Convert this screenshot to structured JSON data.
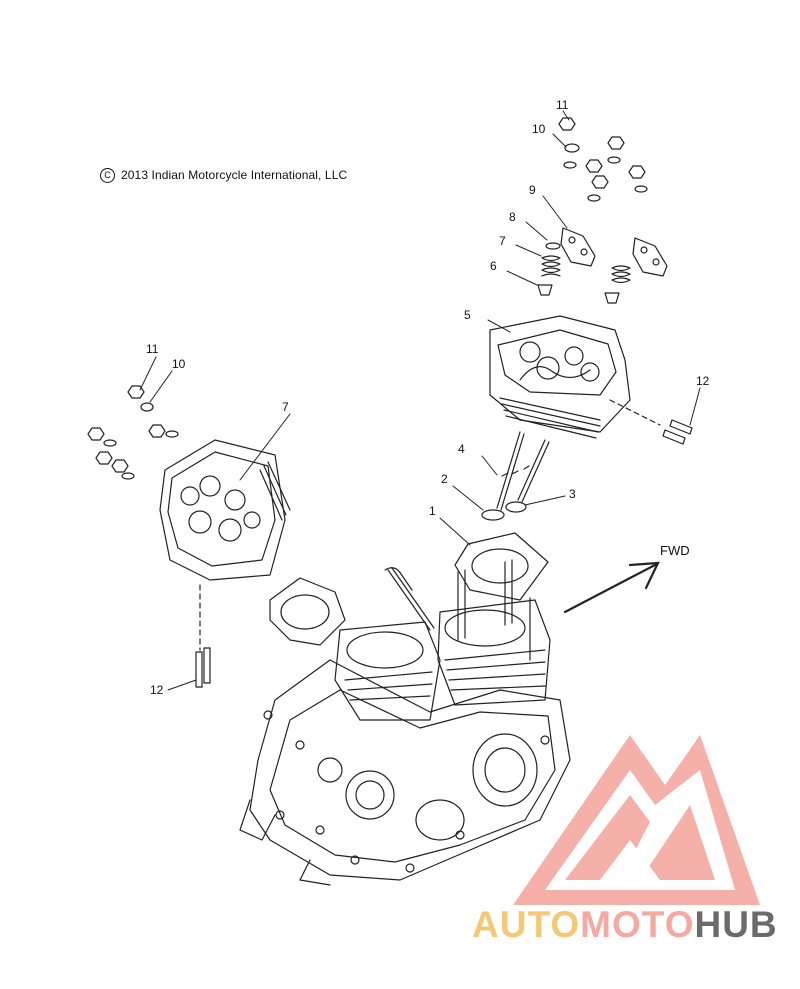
{
  "copyright": {
    "symbol": "C",
    "text": "2013 Indian Motorcycle International, LLC"
  },
  "callouts": [
    "1",
    "2",
    "3",
    "4",
    "5",
    "6",
    "7",
    "8",
    "9",
    "10",
    "11",
    "12",
    "11",
    "10",
    "7",
    "12"
  ],
  "direction_label": "FWD",
  "watermark": {
    "part1": "AUTO",
    "part2": "MOTO",
    "part3": "HUB",
    "colors": {
      "auto": "#f4c875",
      "moto": "#f4a9a2",
      "hub": "#6b6b6b",
      "logo": "#f28a82"
    }
  }
}
